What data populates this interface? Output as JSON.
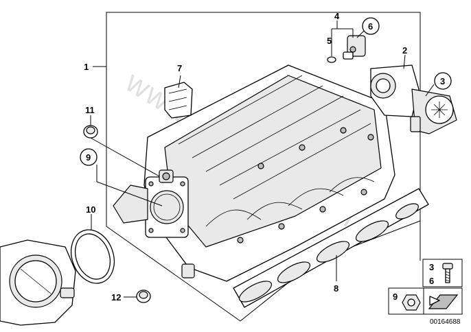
{
  "diagram": {
    "callouts": [
      "1",
      "2",
      "3",
      "4",
      "5",
      "6",
      "7",
      "8",
      "9",
      "10",
      "11",
      "12"
    ],
    "legend": {
      "top_left": "3",
      "mid_left": "6",
      "bottom_left": "9"
    },
    "catalog_number": "00164688",
    "watermark": "www.BMWstore.pl"
  }
}
